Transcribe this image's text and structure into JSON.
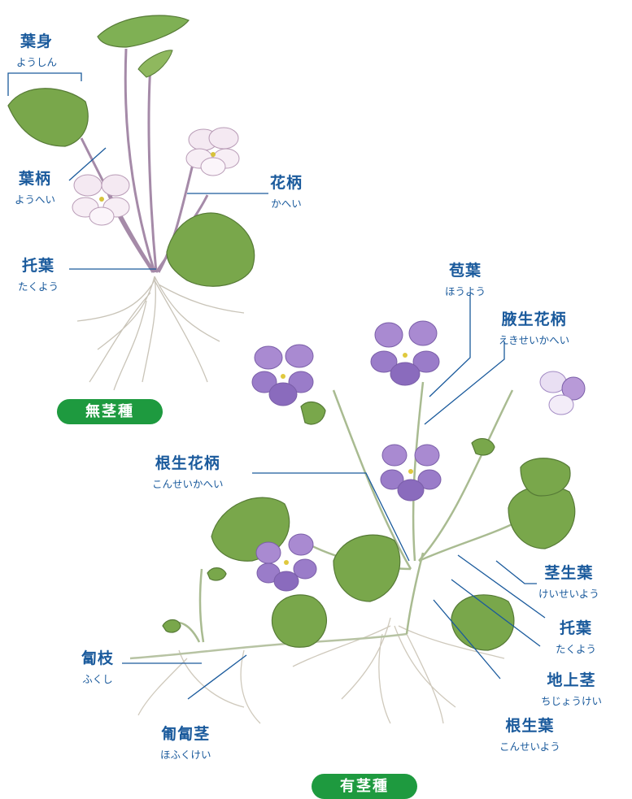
{
  "colors": {
    "label": "#1a5a9c",
    "badge": "#1e9a3f",
    "leaf": "#6fa347",
    "petal": "#9a7cc9"
  },
  "labels": {
    "youshin": {
      "kanji": "葉身",
      "kana": "ようしん"
    },
    "youhei": {
      "kanji": "葉柄",
      "kana": "ようへい"
    },
    "kahei": {
      "kanji": "花柄",
      "kana": "かへい"
    },
    "takuyou1": {
      "kanji": "托葉",
      "kana": "たくよう"
    },
    "houyou": {
      "kanji": "苞葉",
      "kana": "ほうよう"
    },
    "ekisei": {
      "kanji": "腋生花柄",
      "kana": "えきせいかへい"
    },
    "konsei_kahei": {
      "kanji": "根生花柄",
      "kana": "こんせいかへい"
    },
    "keiseiyou": {
      "kanji": "茎生葉",
      "kana": "けいせいよう"
    },
    "takuyou2": {
      "kanji": "托葉",
      "kana": "たくよう"
    },
    "chijoukei": {
      "kanji": "地上茎",
      "kana": "ちじょうけい"
    },
    "fukushi": {
      "kanji": "匐枝",
      "kana": "ふくし"
    },
    "hofukukei": {
      "kanji": "匍匐茎",
      "kana": "ほふくけい"
    },
    "konseiyou": {
      "kanji": "根生葉",
      "kana": "こんせいよう"
    }
  },
  "badges": {
    "stemless": "無茎種",
    "stemmed": "有茎種"
  }
}
